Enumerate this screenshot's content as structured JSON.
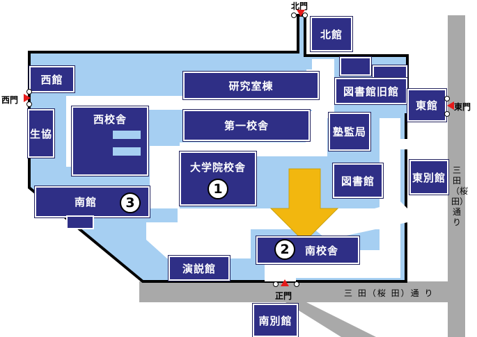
{
  "colors": {
    "campus": "#a6cff2",
    "building": "#2f2f86",
    "road": "#a9a9a9",
    "walk": "#ffffff",
    "arrow": "#f2b70f",
    "gate_marker": "#e51b1b"
  },
  "gates": {
    "north": "北門",
    "west": "西門",
    "east": "東門",
    "main": "正門"
  },
  "roads": {
    "mita_vertical": "三田（桜田）通り",
    "mita_horizontal": "三 田（桜 田）通 り"
  },
  "buildings": {
    "kita_kan": "北館",
    "nishi_kan": "西館",
    "kenkyu_shitsu_to": "研究室棟",
    "toshokan_kyukan": "図書館旧館",
    "higashi_kan": "東館",
    "nishi_kosha": "西校舎",
    "seikyo": "生協",
    "dai_ichi_kosha": "第一校舎",
    "juku_kan_kyoku": "塾監局",
    "daigakuin_kosha": "大学院校舎",
    "toshokan": "図書館",
    "higashi_bekkan": "東別館",
    "nan_kan": "南館",
    "minami_kosha": "南校舎",
    "enzetsu_kan": "演説館",
    "minami_bekkan": "南別館"
  },
  "markers": {
    "one": "1",
    "two": "2",
    "three": "3"
  }
}
